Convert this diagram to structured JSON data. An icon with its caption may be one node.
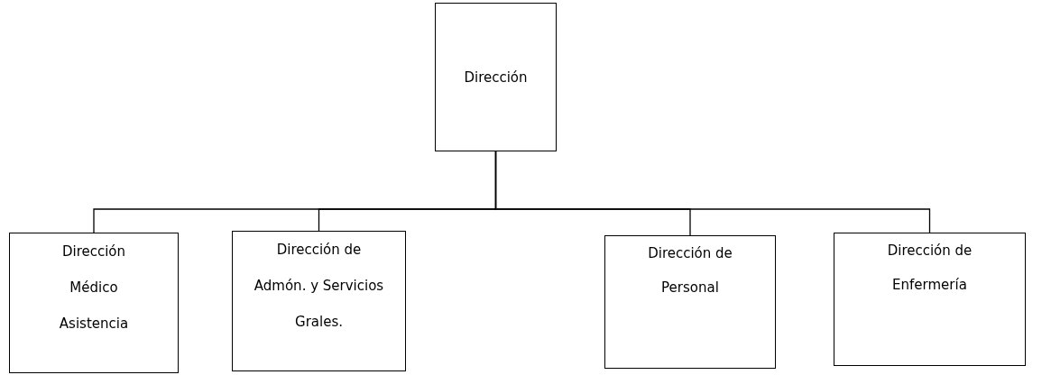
{
  "diagram": {
    "nodes": [
      {
        "text": [
          "Dirección"
        ]
      },
      {
        "text": [
          "Dirección Médico Asistencia"
        ]
      },
      {
        "text": [
          "Dirección de Admón. y Servicios Grales."
        ]
      },
      {
        "text": [
          "Dirección de Personal"
        ]
      },
      {
        "text": [
          "Dirección de Enfermería"
        ]
      }
    ],
    "edges": [
      {
        "from": 0,
        "to": 1,
        "arrow": "none"
      },
      {
        "from": 0,
        "to": 2,
        "arrow": "none"
      },
      {
        "from": 0,
        "to": 3,
        "arrow": "none"
      },
      {
        "from": 0,
        "to": 4,
        "arrow": "none"
      }
    ]
  }
}
